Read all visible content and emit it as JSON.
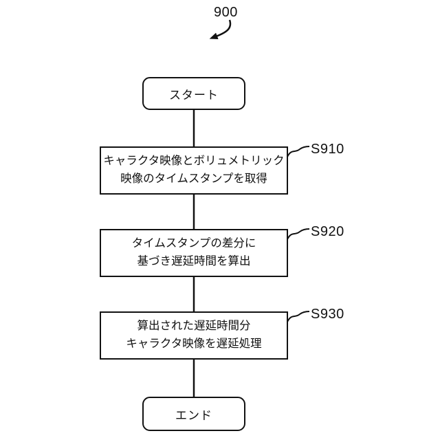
{
  "figure": {
    "number": "900",
    "start_label": "スタート",
    "end_label": "エンド",
    "steps": [
      {
        "id": "S910",
        "line1": "キャラクタ映像とボリュメトリック",
        "line2": "映像のタイムスタンプを取得"
      },
      {
        "id": "S920",
        "line1": "タイムスタンプの差分に",
        "line2": "基づき遅延時間を算出"
      },
      {
        "id": "S930",
        "line1": "算出された遅延時間分",
        "line2": "キャラクタ映像を遅延処理"
      }
    ],
    "colors": {
      "ink": "#111111",
      "background": "#ffffff"
    }
  }
}
